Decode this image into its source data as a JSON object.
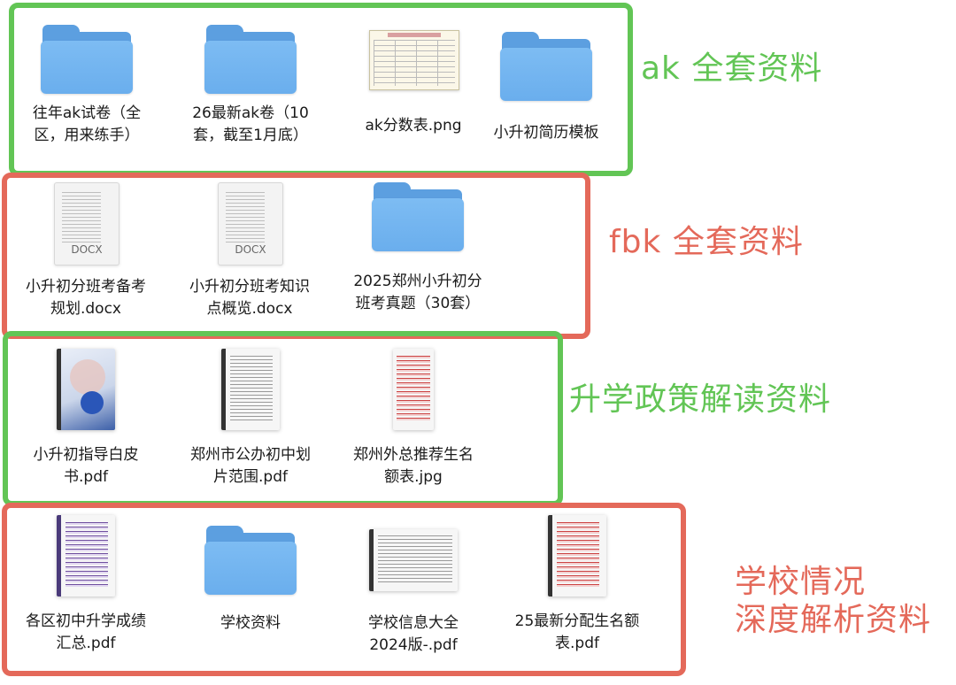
{
  "colors": {
    "green": "#62c555",
    "red": "#e4695a",
    "folder": "#6aaeed"
  },
  "groups": [
    {
      "label": "ak 全套资料",
      "color": "green"
    },
    {
      "label": "fbk 全套资料",
      "color": "red"
    },
    {
      "label": "升学政策解读资料",
      "color": "green"
    },
    {
      "label": "学校情况\n深度解析资料",
      "color": "red"
    }
  ],
  "files": {
    "g1": [
      {
        "name": "往年ak试卷（全\n区，用来练手）",
        "icon": "folder-icon"
      },
      {
        "name": "26最新ak卷（10\n套，截至1月底）",
        "icon": "folder-icon"
      },
      {
        "name": "ak分数表.png",
        "icon": "image-thumbnail-icon"
      },
      {
        "name": "小升初简历模板",
        "icon": "folder-icon"
      }
    ],
    "g2": [
      {
        "name": "小升初分班考备考\n规划.docx",
        "icon": "docx-icon",
        "ext": "DOCX"
      },
      {
        "name": "小升初分班考知识\n点概览.docx",
        "icon": "docx-icon",
        "ext": "DOCX"
      },
      {
        "name": "2025郑州小升初分\n班考真题（30套）",
        "icon": "folder-icon"
      }
    ],
    "g3": [
      {
        "name": "小升初指导白皮\n书.pdf",
        "icon": "pdf-thumbnail-icon"
      },
      {
        "name": "郑州市公办初中划\n片范围.pdf",
        "icon": "pdf-thumbnail-icon"
      },
      {
        "name": "郑州外总推荐生名\n额表.jpg",
        "icon": "image-thumbnail-icon"
      }
    ],
    "g4": [
      {
        "name": "各区初中升学成绩\n汇总.pdf",
        "icon": "pdf-thumbnail-icon"
      },
      {
        "name": "学校资料",
        "icon": "folder-icon"
      },
      {
        "name": "学校信息大全\n2024版-.pdf",
        "icon": "pdf-thumbnail-icon"
      },
      {
        "name": "25最新分配生名额\n表.pdf",
        "icon": "pdf-thumbnail-icon"
      }
    ]
  }
}
